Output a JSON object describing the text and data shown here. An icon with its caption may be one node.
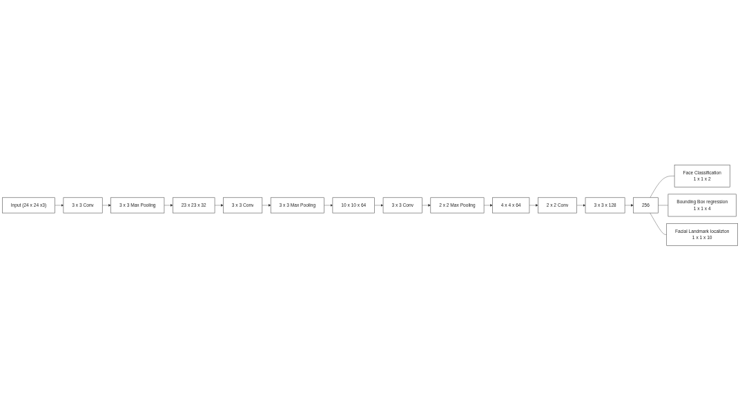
{
  "diagram": {
    "nodes": [
      {
        "text": [
          "Input (24 x 24 x3)"
        ]
      },
      {
        "text": [
          "3 x 3 Conv"
        ]
      },
      {
        "text": [
          "3 x 3 Max Pooling"
        ]
      },
      {
        "text": [
          "23 x 23 x 32"
        ]
      },
      {
        "text": [
          "3 x 3 Conv"
        ]
      },
      {
        "text": [
          "3 x 3 Max Pooling"
        ]
      },
      {
        "text": [
          "10 x 10 x 64"
        ]
      },
      {
        "text": [
          "3 x 3 Conv"
        ]
      },
      {
        "text": [
          "2 x 2 Max Pooling"
        ]
      },
      {
        "text": [
          "4 x 4 x 64"
        ]
      },
      {
        "text": [
          "2 x 2 Conv"
        ]
      },
      {
        "text": [
          "3 x 3 x 128"
        ]
      },
      {
        "text": [
          "256"
        ]
      },
      {
        "text": [
          "Face Classification",
          "1 x 1 x 2"
        ]
      },
      {
        "text": [
          "Bounding Box regression",
          "1 x 1 x 4"
        ]
      },
      {
        "text": [
          "Facial Landmark localizton",
          "1 x 1 x 10"
        ]
      }
    ],
    "edges": [
      {
        "from": 0,
        "to": 1,
        "arrow": "to"
      },
      {
        "from": 1,
        "to": 2,
        "arrow": "to"
      },
      {
        "from": 2,
        "to": 3,
        "arrow": "to"
      },
      {
        "from": 3,
        "to": 4,
        "arrow": "to"
      },
      {
        "from": 4,
        "to": 5,
        "arrow": "to"
      },
      {
        "from": 5,
        "to": 6,
        "arrow": "to"
      },
      {
        "from": 6,
        "to": 7,
        "arrow": "to"
      },
      {
        "from": 7,
        "to": 8,
        "arrow": "to"
      },
      {
        "from": 8,
        "to": 9,
        "arrow": "to"
      },
      {
        "from": 9,
        "to": 10,
        "arrow": "to"
      },
      {
        "from": 10,
        "to": 11,
        "arrow": "to"
      },
      {
        "from": 11,
        "to": 12,
        "arrow": "to"
      },
      {
        "from": 12,
        "to": 13,
        "arrow": "none"
      },
      {
        "from": 12,
        "to": 14,
        "arrow": "none"
      },
      {
        "from": 12,
        "to": 15,
        "arrow": "none"
      }
    ]
  }
}
